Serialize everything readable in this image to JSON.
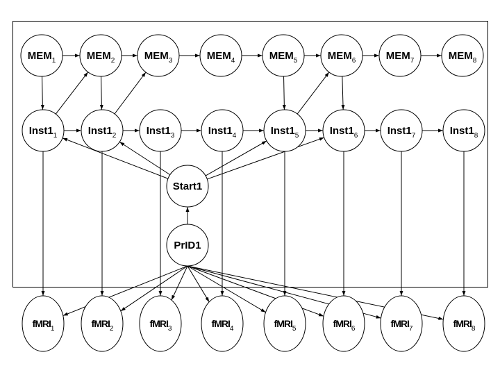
{
  "diagram": {
    "type": "dynamic-bayesian-network",
    "mem_nodes": [
      {
        "id": "MEM1",
        "base": "MEM",
        "sub": "1"
      },
      {
        "id": "MEM2",
        "base": "MEM",
        "sub": "2"
      },
      {
        "id": "MEM3",
        "base": "MEM",
        "sub": "3"
      },
      {
        "id": "MEM4",
        "base": "MEM",
        "sub": "4"
      },
      {
        "id": "MEM5",
        "base": "MEM",
        "sub": "5"
      },
      {
        "id": "MEM6",
        "base": "MEM",
        "sub": "6"
      },
      {
        "id": "MEM7",
        "base": "MEM",
        "sub": "7"
      },
      {
        "id": "MEM8",
        "base": "MEM",
        "sub": "8"
      }
    ],
    "inst_nodes": [
      {
        "id": "Inst1_1",
        "base": "Inst1",
        "sub": "1"
      },
      {
        "id": "Inst1_2",
        "base": "Inst1",
        "sub": "2"
      },
      {
        "id": "Inst1_3",
        "base": "Inst1",
        "sub": "3"
      },
      {
        "id": "Inst1_4",
        "base": "Inst1",
        "sub": "4"
      },
      {
        "id": "Inst1_5",
        "base": "Inst1",
        "sub": "5"
      },
      {
        "id": "Inst1_6",
        "base": "Inst1",
        "sub": "6"
      },
      {
        "id": "Inst1_7",
        "base": "Inst1",
        "sub": "7"
      },
      {
        "id": "Inst1_8",
        "base": "Inst1",
        "sub": "8"
      }
    ],
    "fmri_nodes": [
      {
        "id": "fMRI1",
        "base": "fMRI",
        "sub": "1"
      },
      {
        "id": "fMRI2",
        "base": "fMRI",
        "sub": "2"
      },
      {
        "id": "fMRI3",
        "base": "fMRI",
        "sub": "3"
      },
      {
        "id": "fMRI4",
        "base": "fMRI",
        "sub": "4"
      },
      {
        "id": "fMRI5",
        "base": "fMRI",
        "sub": "5"
      },
      {
        "id": "fMRI6",
        "base": "fMRI",
        "sub": "6"
      },
      {
        "id": "fMRI7",
        "base": "fMRI",
        "sub": "7"
      },
      {
        "id": "fMRI8",
        "base": "fMRI",
        "sub": "8"
      }
    ],
    "start_node": {
      "id": "Start1",
      "label": "Start1"
    },
    "prid_node": {
      "id": "PrID1",
      "label": "PrID1"
    },
    "edges": [
      [
        "MEM1",
        "MEM2"
      ],
      [
        "MEM2",
        "MEM3"
      ],
      [
        "MEM3",
        "MEM4"
      ],
      [
        "MEM4",
        "MEM5"
      ],
      [
        "MEM5",
        "MEM6"
      ],
      [
        "MEM6",
        "MEM7"
      ],
      [
        "MEM7",
        "MEM8"
      ],
      [
        "Inst1_1",
        "Inst1_2"
      ],
      [
        "Inst1_2",
        "Inst1_3"
      ],
      [
        "Inst1_3",
        "Inst1_4"
      ],
      [
        "Inst1_4",
        "Inst1_5"
      ],
      [
        "Inst1_5",
        "Inst1_6"
      ],
      [
        "Inst1_6",
        "Inst1_7"
      ],
      [
        "Inst1_7",
        "Inst1_8"
      ],
      [
        "MEM1",
        "Inst1_1"
      ],
      [
        "MEM2",
        "Inst1_2"
      ],
      [
        "MEM5",
        "Inst1_5"
      ],
      [
        "MEM6",
        "Inst1_6"
      ],
      [
        "Inst1_1",
        "MEM2"
      ],
      [
        "Inst1_2",
        "MEM3"
      ],
      [
        "Inst1_5",
        "MEM6"
      ],
      [
        "Start1",
        "Inst1_1"
      ],
      [
        "Start1",
        "Inst1_2"
      ],
      [
        "Start1",
        "Inst1_5"
      ],
      [
        "Start1",
        "Inst1_6"
      ],
      [
        "PrID1",
        "Start1"
      ],
      [
        "Inst1_1",
        "fMRI1"
      ],
      [
        "Inst1_2",
        "fMRI2"
      ],
      [
        "Inst1_3",
        "fMRI3"
      ],
      [
        "Inst1_4",
        "fMRI4"
      ],
      [
        "Inst1_5",
        "fMRI5"
      ],
      [
        "Inst1_6",
        "fMRI6"
      ],
      [
        "Inst1_7",
        "fMRI7"
      ],
      [
        "Inst1_8",
        "fMRI8"
      ],
      [
        "PrID1",
        "fMRI1"
      ],
      [
        "PrID1",
        "fMRI2"
      ],
      [
        "PrID1",
        "fMRI3"
      ],
      [
        "PrID1",
        "fMRI4"
      ],
      [
        "PrID1",
        "fMRI5"
      ],
      [
        "PrID1",
        "fMRI6"
      ],
      [
        "PrID1",
        "fMRI7"
      ],
      [
        "PrID1",
        "fMRI8"
      ]
    ],
    "colors": {
      "stroke": "#000000",
      "node_fill": "#ffffff",
      "background": "#ffffff"
    }
  }
}
